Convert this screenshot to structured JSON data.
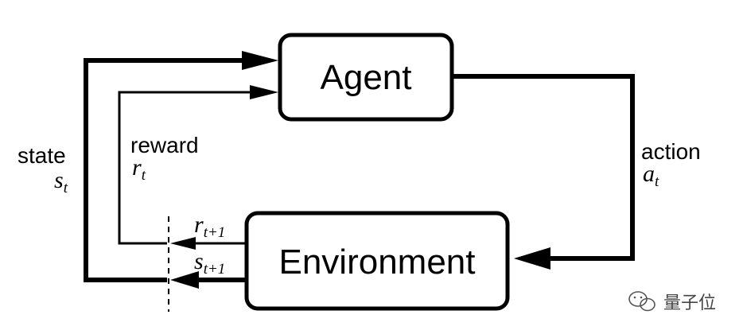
{
  "agent": {
    "label": "Agent"
  },
  "environment": {
    "label": "Environment"
  },
  "state": {
    "label": "state",
    "symbol": "s",
    "sub": "t"
  },
  "reward": {
    "label": "reward",
    "symbol": "r",
    "sub": "t"
  },
  "action": {
    "label": "action",
    "symbol": "a",
    "sub": "t"
  },
  "next_reward": {
    "symbol": "r",
    "sub": "t+1"
  },
  "next_state": {
    "symbol": "s",
    "sub": "t+1"
  },
  "watermark": {
    "text": "量子位",
    "icon": "wechat-icon"
  }
}
